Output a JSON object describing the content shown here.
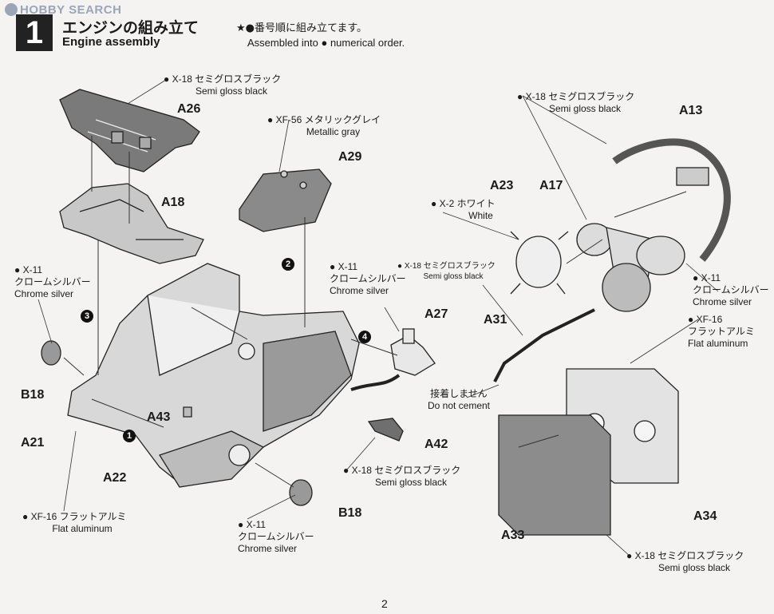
{
  "watermark": "HOBBY SEARCH",
  "step": {
    "number": "1",
    "title_jp": "エンジンの組み立て",
    "title_en": "Engine assembly"
  },
  "instruction": {
    "jp": "★●番号順に組み立てます。",
    "en": "Assembled into ● numerical order."
  },
  "step_markers": [
    "1",
    "2",
    "3",
    "4"
  ],
  "paint_labels": {
    "x18_top": {
      "jp": "● X-18 セミグロスブラック",
      "en": "Semi gloss black"
    },
    "xf56": {
      "jp": "● XF-56 メタリックグレイ",
      "en": "Metallic gray"
    },
    "x18_right": {
      "jp": "● X-18 セミグロスブラック",
      "en": "Semi gloss black"
    },
    "x2": {
      "jp": "● X-2 ホワイト",
      "en": "White"
    },
    "x18_a31": {
      "jp": "● X-18 セミグロスブラック",
      "en": "Semi gloss black"
    },
    "x11_left": {
      "jp1": "● X-11",
      "jp2": "クロームシルバー",
      "en": "Chrome silver"
    },
    "x11_center": {
      "jp1": "● X-11",
      "jp2": "クロームシルバー",
      "en": "Chrome silver"
    },
    "x11_right": {
      "jp1": "● X-11",
      "jp2": "クロームシルバー",
      "en": "Chrome silver"
    },
    "xf16_right": {
      "jp1": "● XF-16",
      "jp2": "フラットアルミ",
      "en": "Flat aluminum"
    },
    "no_cement": {
      "jp": "接着しません",
      "en": "Do not cement"
    },
    "x18_a42": {
      "jp": "● X-18 セミグロスブラック",
      "en": "Semi gloss black"
    },
    "xf16_left": {
      "jp": "● XF-16 フラットアルミ",
      "en": "Flat aluminum"
    },
    "x11_bottom": {
      "jp1": "● X-11",
      "jp2": "クロームシルバー",
      "en": "Chrome silver"
    },
    "x18_bottom": {
      "jp": "● X-18 セミグロスブラック",
      "en": "Semi gloss black"
    }
  },
  "parts": {
    "a26": "A26",
    "a18": "A18",
    "a29": "A29",
    "a13": "A13",
    "a23": "A23",
    "a17": "A17",
    "a27": "A27",
    "a31": "A31",
    "b18_left": "B18",
    "a43": "A43",
    "a21": "A21",
    "a22": "A22",
    "b18_bottom": "B18",
    "a42": "A42",
    "a34": "A34",
    "a33": "A33"
  },
  "page_number": "2"
}
